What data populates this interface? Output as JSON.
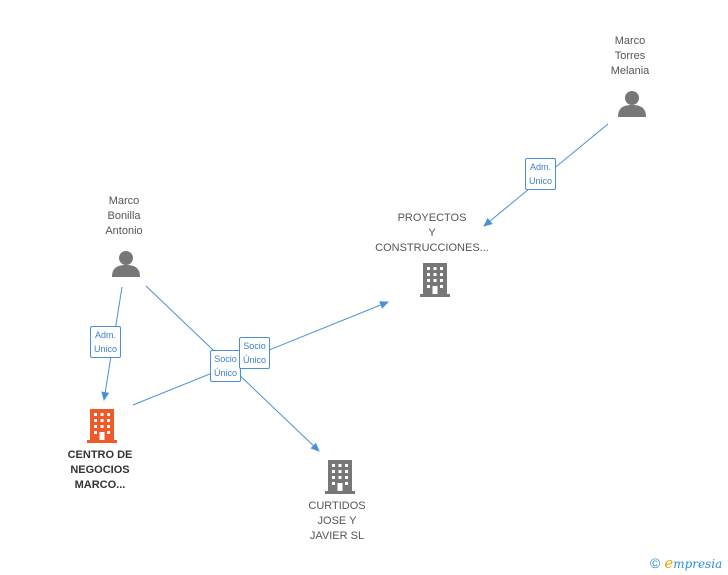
{
  "colors": {
    "edge": "#4a90d9",
    "person_icon": "#777777",
    "company_icon": "#777777",
    "main_company_icon": "#f05a28"
  },
  "nodes": {
    "marco_torres": {
      "label": [
        "Marco",
        "Torres",
        "Melania"
      ],
      "icon": "person-icon"
    },
    "marco_bonilla": {
      "label": [
        "Marco",
        "Bonilla",
        "Antonio"
      ],
      "icon": "person-icon"
    },
    "proyectos": {
      "label": [
        "PROYECTOS",
        "Y",
        "CONSTRUCCIONES..."
      ],
      "icon": "building-icon"
    },
    "centro": {
      "label": [
        "CENTRO DE",
        "NEGOCIOS",
        "MARCO..."
      ],
      "icon": "building-icon"
    },
    "curtidos": {
      "label": [
        "CURTIDOS",
        "JOSE Y",
        "JAVIER SL"
      ],
      "icon": "building-icon"
    }
  },
  "edges": {
    "torres_proyectos": {
      "label": [
        "Adm.",
        "Unico"
      ]
    },
    "bonilla_centro": {
      "label": [
        "Adm.",
        "Unico"
      ]
    },
    "bonilla_curtidos": {
      "label": [
        "Socio",
        "Único"
      ]
    },
    "centro_proyectos": {
      "label": [
        "Socio",
        "Único"
      ]
    }
  },
  "footer": {
    "copyright": "©",
    "brand_initial": "e",
    "brand_rest": "mpresia"
  }
}
